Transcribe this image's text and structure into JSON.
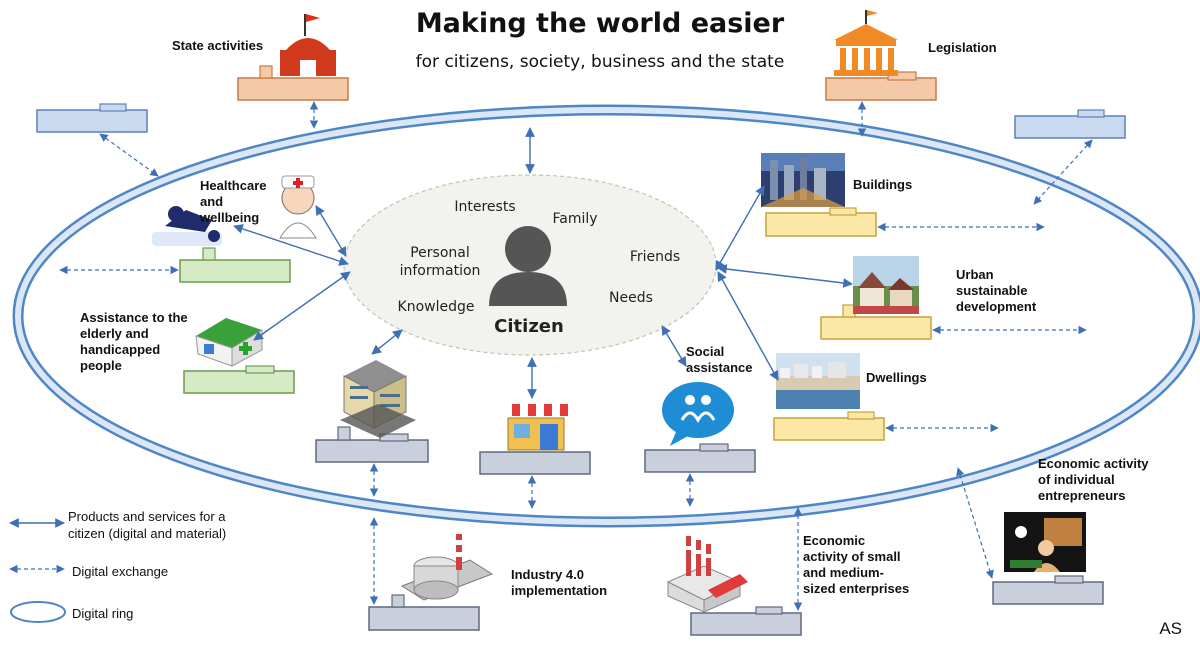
{
  "header": {
    "title": "Making the world easier",
    "subtitle": "for citizens, society, business and the state"
  },
  "center": {
    "citizen_label": "Citizen",
    "attributes": {
      "interests": "Interests",
      "family": "Family",
      "personal_information": "Personal\ninformation",
      "friends": "Friends",
      "knowledge": "Knowledge",
      "needs": "Needs"
    }
  },
  "nodes": {
    "state_activities": "State activities",
    "legislation": "Legislation",
    "healthcare": "Healthcare\nand\nwellbeing",
    "assistance_elderly": "Assistance to the\nelderly and\nhandicapped\npeople",
    "buildings": "Buildings",
    "urban_development": "Urban\nsustainable\ndevelopment",
    "dwellings": "Dwellings",
    "social_assistance": "Social\nassistance",
    "economic_individual": "Economic activity\nof individual\nentrepreneurs",
    "industry": "Industry 4.0\nimplementation",
    "economic_sme": "Economic\nactivity of small\nand medium-\nsized enterprises"
  },
  "legend": {
    "products_services": "Products and services for a\ncitizen (digital and material)",
    "digital_exchange": "Digital exchange",
    "digital_ring": "Digital ring"
  },
  "signature": "AS",
  "colors": {
    "ring": "#4f86c6",
    "ring_fill": "#dbe7f5",
    "arrow": "#3f6fb5",
    "state_platform": "#f4c9a8",
    "state_platform_border": "#c97a45",
    "green_platform": "#d5ebc6",
    "green_platform_border": "#6a9c4a",
    "yellow_platform": "#fbe7a6",
    "yellow_platform_border": "#c6a23a",
    "blue_platform": "#c8d9f0",
    "blue_platform_border": "#5b82b8",
    "gray_platform": "#c9cfdb",
    "gray_platform_border": "#5e6a80",
    "citizen_bubble": "#f2f2ee",
    "citizen_icon": "#555555"
  },
  "icons": [
    "state-building-icon",
    "legislation-building-icon",
    "doctor-icon",
    "clinic-house-icon",
    "office-building-icon",
    "shop-icon",
    "social-assistance-icon",
    "city-skyline-icon",
    "town-icon",
    "harbour-icon",
    "factory-icon",
    "industry-tank-icon",
    "entrepreneur-icon",
    "citizen-person-icon"
  ]
}
